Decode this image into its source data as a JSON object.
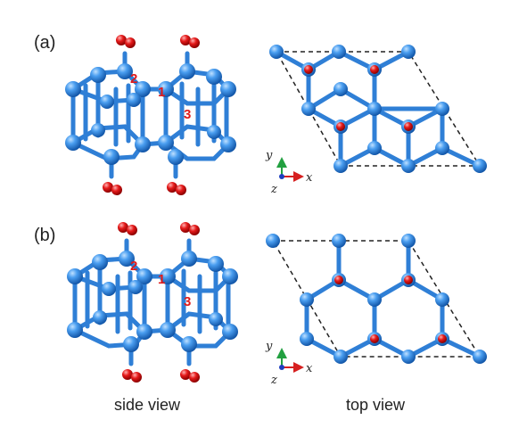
{
  "panels": [
    {
      "label": "(a)",
      "side_numbers": [
        "2",
        "1",
        "3"
      ]
    },
    {
      "label": "(b)",
      "side_numbers": [
        "2",
        "1",
        "3"
      ]
    }
  ],
  "captions": {
    "side": "side view",
    "top": "top view"
  },
  "axes": {
    "x": "x",
    "y": "y",
    "z": "z"
  },
  "colors": {
    "carbon": "#2f7fd6",
    "oxygen": "#e01212",
    "cell": "#222222",
    "x_axis": "#d62020",
    "y_axis": "#22a040",
    "z_axis": "#1e3fbf"
  }
}
